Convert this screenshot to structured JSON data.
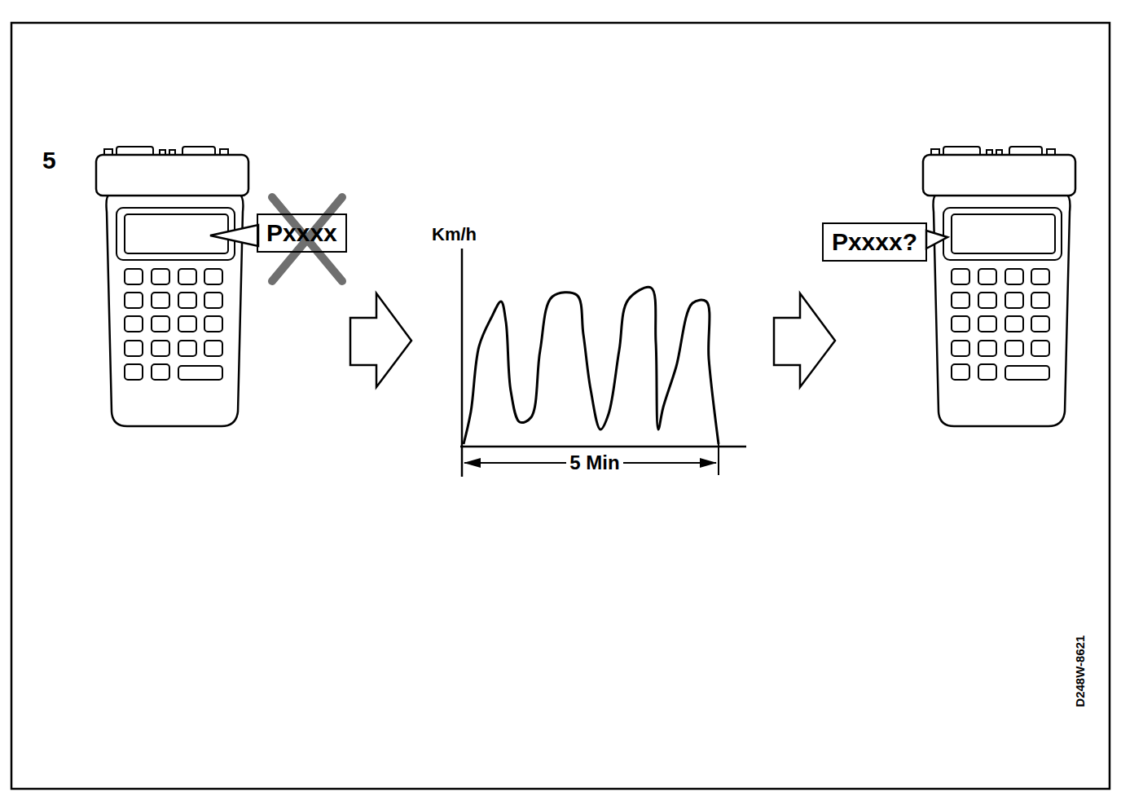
{
  "diagram": {
    "nodes": [
      {
        "text": [
          "Pxxxx"
        ]
      },
      {
        "text": [
          "Pxxxx?"
        ]
      }
    ],
    "labels": [
      "5",
      "Km/h",
      "5 Min",
      "D248W-8621"
    ]
  }
}
